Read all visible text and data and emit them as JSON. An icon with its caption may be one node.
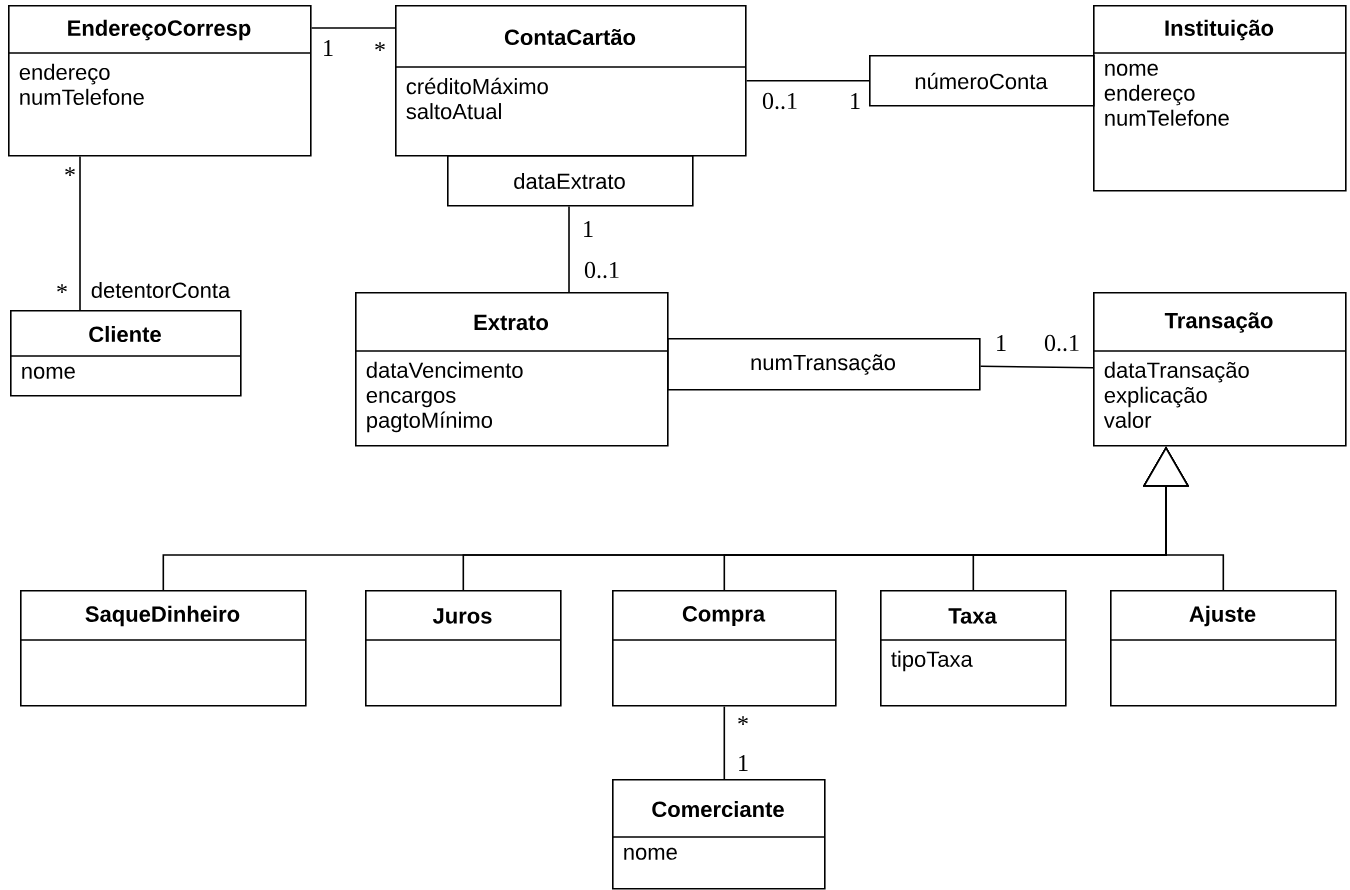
{
  "diagram": {
    "nodes": [
      {
        "text": [
          "EndereçoCorresp",
          "endereço",
          "numTelefone"
        ]
      },
      {
        "text": [
          "ContaCartão",
          "créditoMáximo",
          "saltoAtual"
        ]
      },
      {
        "text": [
          "dataExtrato"
        ]
      },
      {
        "text": [
          "númeroConta"
        ]
      },
      {
        "text": [
          "Instituição",
          "nome",
          "endereço",
          "numTelefone"
        ]
      },
      {
        "text": [
          "Cliente",
          "nome"
        ]
      },
      {
        "text": [
          "Extrato",
          "dataVencimento",
          "encargos",
          "pagtoMínimo"
        ]
      },
      {
        "text": [
          "numTransação"
        ]
      },
      {
        "text": [
          "Transação",
          "dataTransação",
          "explicação",
          "valor"
        ]
      },
      {
        "text": [
          "SaqueDinheiro"
        ]
      },
      {
        "text": [
          "Juros"
        ]
      },
      {
        "text": [
          "Compra"
        ]
      },
      {
        "text": [
          "Taxa",
          "tipoTaxa"
        ]
      },
      {
        "text": [
          "Ajuste"
        ]
      },
      {
        "text": [
          "Comerciante",
          "nome"
        ]
      }
    ],
    "edges": [
      {
        "from": 0,
        "to": 1,
        "arrow": "none"
      },
      {
        "from": 1,
        "to": 3,
        "arrow": "none"
      },
      {
        "from": 0,
        "to": 5,
        "arrow": "none",
        "label": "detentorConta"
      },
      {
        "from": 2,
        "to": 6,
        "arrow": "none"
      },
      {
        "from": 7,
        "to": 8,
        "arrow": "none"
      },
      {
        "from": 9,
        "to": 8,
        "arrow": "to"
      },
      {
        "from": 10,
        "to": 8,
        "arrow": "to"
      },
      {
        "from": 11,
        "to": 8,
        "arrow": "to"
      },
      {
        "from": 12,
        "to": 8,
        "arrow": "to"
      },
      {
        "from": 13,
        "to": 8,
        "arrow": "to"
      },
      {
        "from": 11,
        "to": 14,
        "arrow": "none"
      }
    ],
    "labels": [
      "1",
      "*",
      "0..1",
      "1",
      "*",
      "1",
      "0..1",
      "*",
      "1",
      "0..1",
      "*",
      "1"
    ]
  }
}
